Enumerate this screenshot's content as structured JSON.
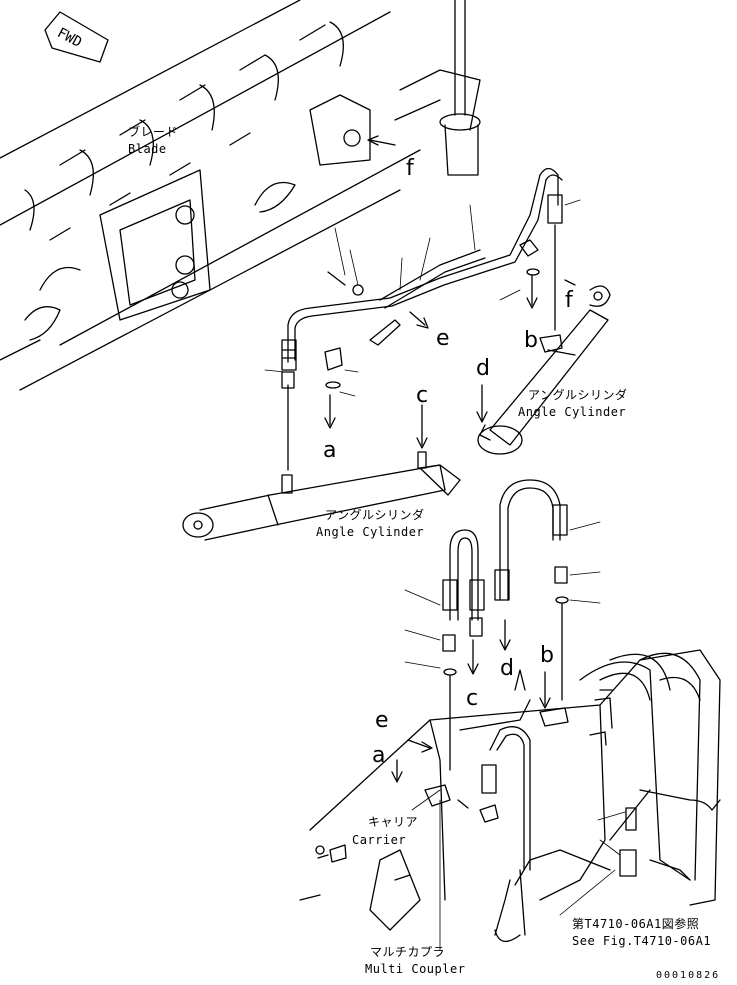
{
  "fwd_label": "FWD",
  "blade": {
    "jp": "ブレード",
    "en": "Blade"
  },
  "angle_cylinder_right": {
    "jp": "アングルシリンダ",
    "en": "Angle Cylinder"
  },
  "angle_cylinder_left": {
    "jp": "アングルシリンダ",
    "en": "Angle Cylinder"
  },
  "carrier": {
    "jp": "キャリア",
    "en": "Carrier"
  },
  "multi_coupler": {
    "jp": "マルチカプラ",
    "en": "Multi Coupler"
  },
  "see_fig": {
    "jp": "第T4710-06A1図参照",
    "en": "See Fig.T4710-06A1"
  },
  "letters": {
    "a_top": "a",
    "b_top": "b",
    "c_top": "c",
    "d_top": "d",
    "e_top": "e",
    "f_top": "f",
    "f_right": "f",
    "a_bottom": "a",
    "b_bottom": "b",
    "c_bottom": "c",
    "d_bottom": "d",
    "e_bottom": "e"
  },
  "doc_number": "00010826"
}
